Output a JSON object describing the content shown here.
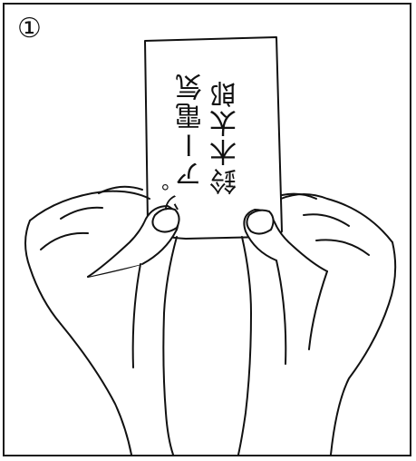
{
  "panel": {
    "step_number": "①"
  },
  "card": {
    "name_line1": "鈴木太郎",
    "name_line2": "アー電気",
    "name_line3": "ソ。"
  },
  "colors": {
    "line": "#111111",
    "background": "#ffffff"
  },
  "icons": {
    "hands": "two-hands-holding-card-illustration"
  }
}
